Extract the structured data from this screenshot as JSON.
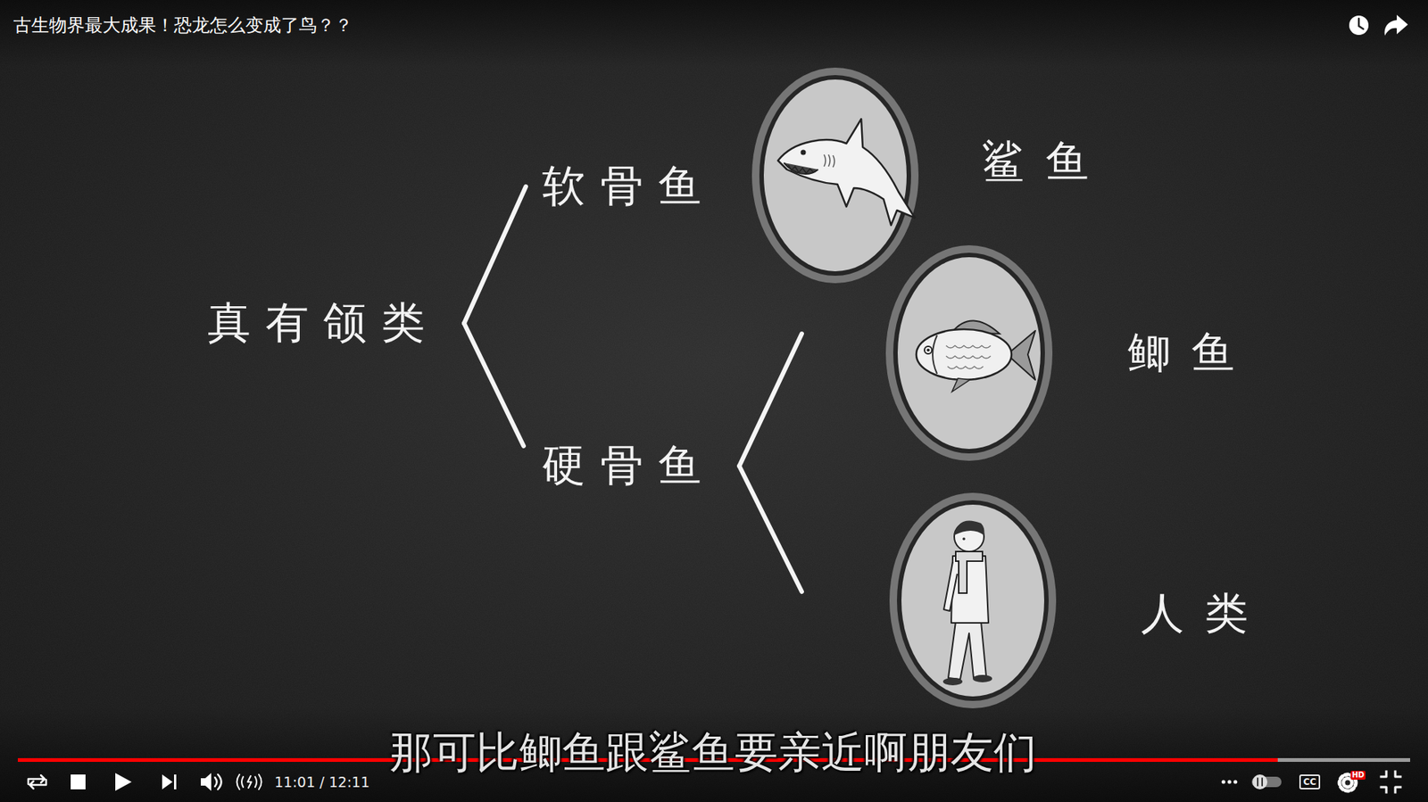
{
  "diagram": {
    "title": "古生物界最大成果！恐龙怎么变成了鸟？？",
    "nodes": [
      {
        "text": [
          "真有颌类"
        ]
      },
      {
        "text": [
          "软骨鱼"
        ]
      },
      {
        "text": [
          "硬骨鱼"
        ]
      },
      {
        "text": [
          "鲨鱼"
        ]
      },
      {
        "text": [
          "鲫鱼"
        ]
      },
      {
        "text": [
          "人类"
        ]
      }
    ],
    "edges": [
      {
        "from": 0,
        "to": 1,
        "arrow": "none"
      },
      {
        "from": 0,
        "to": 2,
        "arrow": "none"
      },
      {
        "from": 2,
        "to": 4,
        "arrow": "none"
      },
      {
        "from": 2,
        "to": 5,
        "arrow": "none"
      }
    ],
    "labels": [
      "那可比鲫鱼跟鲨鱼要亲近啊朋友们",
      "11:01 / 12:11",
      "CC",
      "HD"
    ]
  }
}
